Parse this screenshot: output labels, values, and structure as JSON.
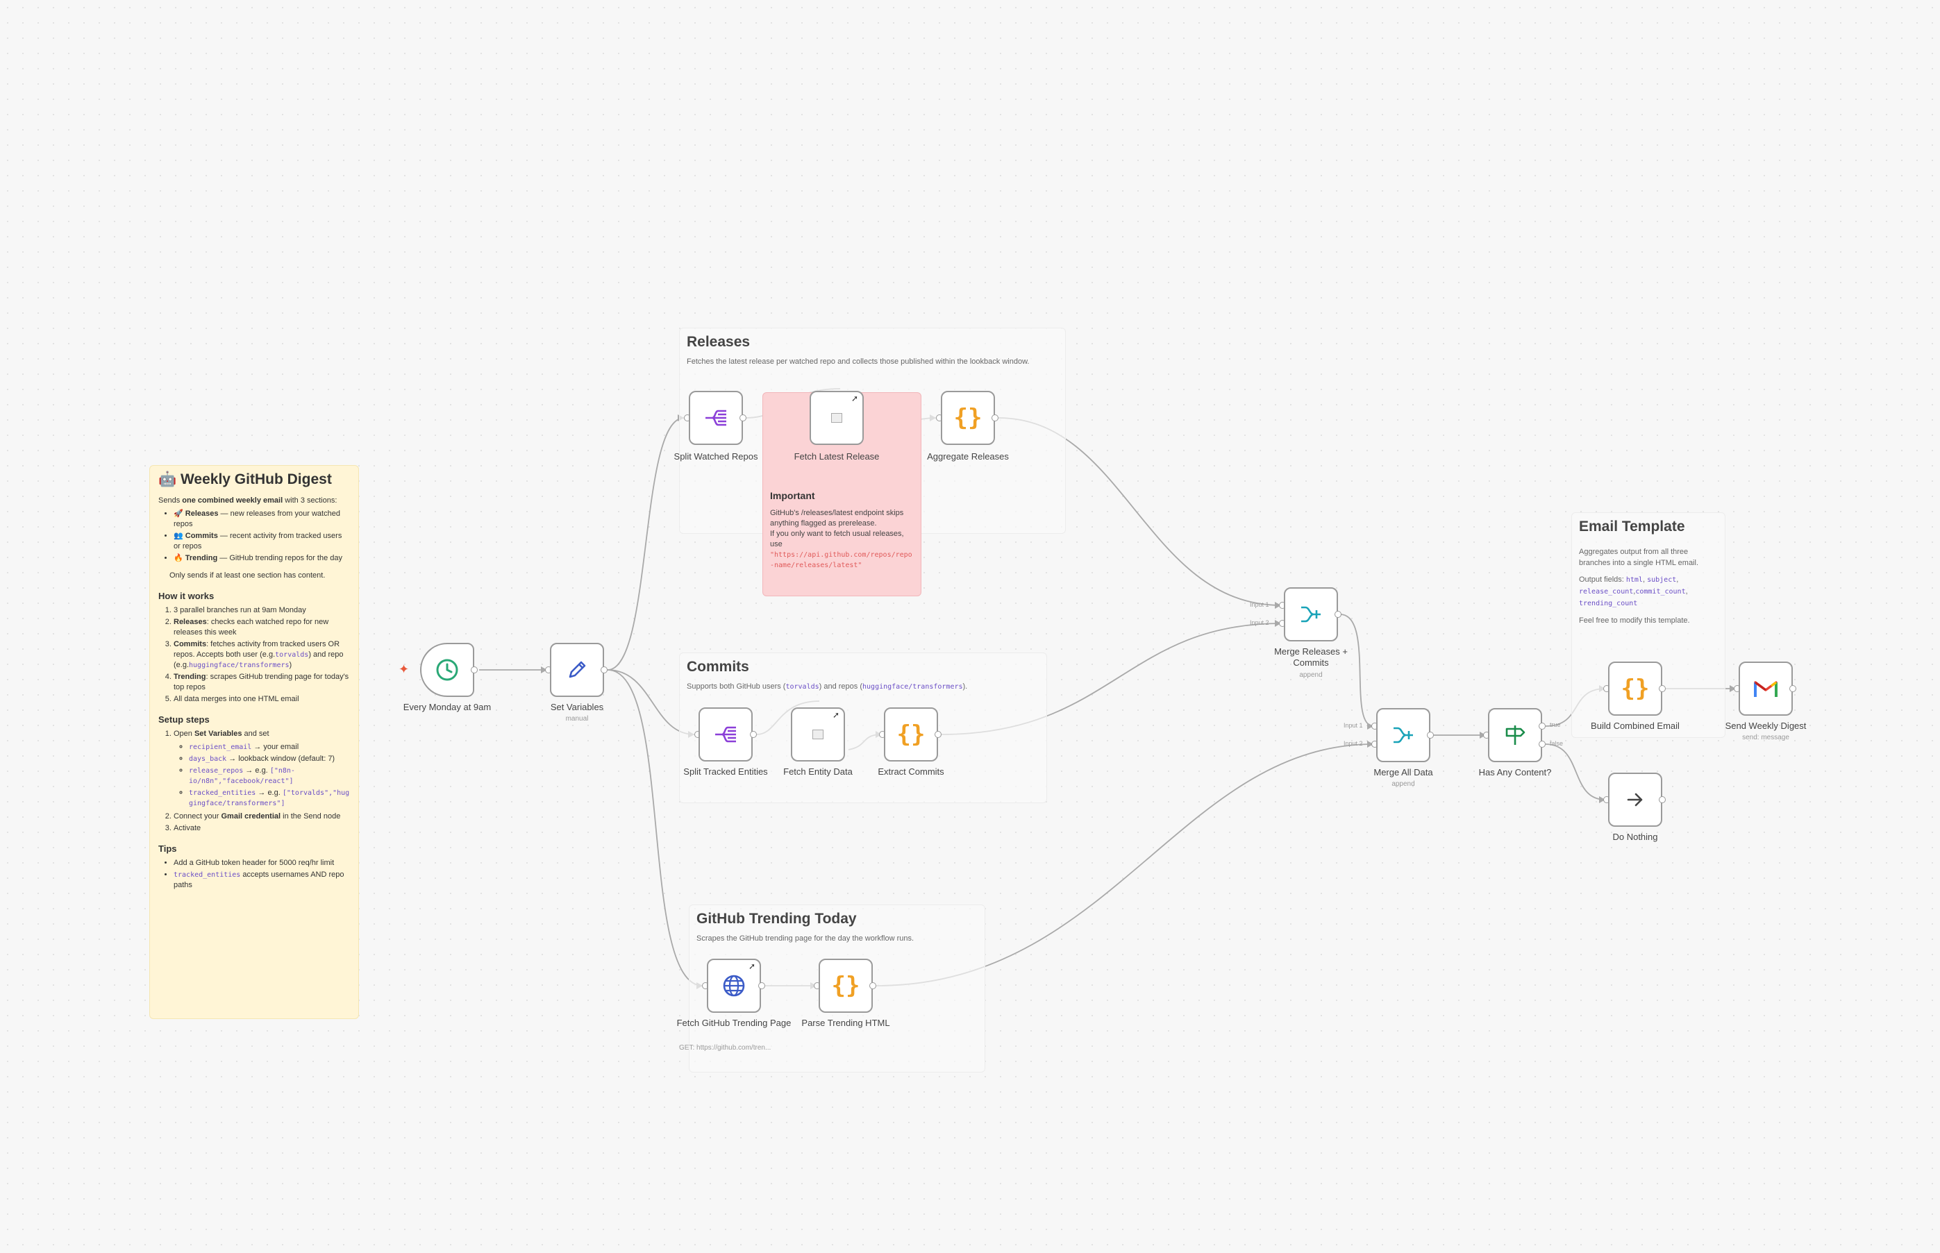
{
  "canvas": {
    "notes": {
      "digest": {
        "title": "🤖 Weekly GitHub Digest",
        "intro_pre": "Sends ",
        "intro_bold": "one combined weekly email",
        "intro_post": " with 3 sections:",
        "sections": [
          {
            "emoji": "🚀",
            "name": "Releases",
            "text": " — new releases from your watched repos"
          },
          {
            "emoji": "👥",
            "name": "Commits",
            "text": " — recent activity from tracked users or repos"
          },
          {
            "emoji": "🔥",
            "name": "Trending",
            "text": " — GitHub trending repos for the day"
          }
        ],
        "only_sends": "Only sends if at least one section has content.",
        "how_title": "How it works",
        "how_1": "3 parallel branches run at 9am Monday",
        "how_2_b": "Releases",
        "how_2": ": checks each watched repo for new releases this week",
        "how_3_b": "Commits",
        "how_3": ": fetches activity from tracked users OR repos. Accepts both user (e.g.",
        "how_3_c1": "torvalds",
        "how_3_m": ") and repo (e.g.",
        "how_3_c2": "huggingface/transformers",
        "how_3_e": ")",
        "how_4_b": "Trending",
        "how_4": ": scrapes GitHub trending page for today's top repos",
        "how_5": "All data merges into one HTML email",
        "setup_title": "Setup steps",
        "setup_1_pre": "Open ",
        "setup_1_b": "Set Variables",
        "setup_1_post": " and set",
        "vars": [
          {
            "code": "recipient_email",
            "text": " → your email"
          },
          {
            "code": "days_back",
            "text": " → lookback window (default: 7)"
          },
          {
            "code": "release_repos",
            "text": " → e.g. ",
            "code2": "[\"n8n-io/n8n\",\"facebook/react\"]"
          },
          {
            "code": "tracked_entities",
            "text": " → e.g. ",
            "code2": "[\"torvalds\",\"huggingface/transformers\"]"
          }
        ],
        "setup_2_pre": "Connect your ",
        "setup_2_b": "Gmail credential",
        "setup_2_post": " in the Send node",
        "setup_3": "Activate",
        "tips_title": "Tips",
        "tip_1": "Add a GitHub token header for 5000 req/hr limit",
        "tip_2_c": "tracked_entities",
        "tip_2": " accepts usernames AND repo paths"
      },
      "releases": {
        "title": "Releases",
        "desc": "Fetches the latest release per watched repo and collects those published within the lookback window."
      },
      "important": {
        "title": "Important",
        "line1": "GitHub's /releases/latest endpoint skips anything flagged as prerelease.",
        "line2": "If you only want to fetch usual releases, use",
        "url": "\"https://api.github.com/repos/repo-name/releases/latest\""
      },
      "commits": {
        "title": "Commits",
        "desc_pre": "Supports both GitHub users (",
        "desc_c1": "torvalds",
        "desc_mid": ") and repos (",
        "desc_c2": "huggingface/transformers",
        "desc_post": ")."
      },
      "trending": {
        "title": "GitHub Trending Today",
        "desc": "Scrapes the GitHub trending page for the day the workflow runs."
      },
      "email": {
        "title": "Email Template",
        "desc": "Aggregates output from all three branches into a single HTML email.",
        "fields_pre": "Output fields: ",
        "f1": "html",
        "f2": "subject",
        "f3": "release_count",
        "f4": "commit_count",
        "f5": "trending_count",
        "feel_free": "Feel free to modify this template."
      }
    },
    "nodes": {
      "schedule": {
        "label": "Every Monday at 9am",
        "icon": "clock-icon"
      },
      "setvars": {
        "label": "Set Variables",
        "sub": "manual",
        "icon": "pencil-icon"
      },
      "split_repos": {
        "label": "Split Watched Repos",
        "icon": "split-icon"
      },
      "fetch_release": {
        "label": "Fetch Latest Release",
        "icon": "broken-image-icon"
      },
      "agg_releases": {
        "label": "Aggregate Releases",
        "icon": "code-braces-icon"
      },
      "split_entities": {
        "label": "Split Tracked Entities",
        "icon": "split-icon"
      },
      "fetch_entity": {
        "label": "Fetch Entity Data",
        "icon": "broken-image-icon"
      },
      "extract_commits": {
        "label": "Extract Commits",
        "icon": "code-braces-icon"
      },
      "fetch_trending": {
        "label": "Fetch GitHub Trending Page",
        "sub": "GET: https://github.com/tren...",
        "icon": "globe-icon"
      },
      "parse_trending": {
        "label": "Parse Trending HTML",
        "icon": "code-braces-icon"
      },
      "merge_rc": {
        "label": "Merge Releases + Commits",
        "sub": "append",
        "icon": "merge-icon"
      },
      "merge_all": {
        "label": "Merge All Data",
        "sub": "append",
        "icon": "merge-icon"
      },
      "has_content": {
        "label": "Has Any Content?",
        "icon": "signpost-icon"
      },
      "build_email": {
        "label": "Build Combined Email",
        "icon": "code-braces-icon"
      },
      "send_digest": {
        "label": "Send Weekly Digest",
        "sub": "send: message",
        "icon": "gmail-icon"
      },
      "do_nothing": {
        "label": "Do Nothing",
        "icon": "arrow-right-icon"
      }
    },
    "ports": {
      "input1": "Input 1",
      "input2": "Input 2",
      "true": "true",
      "false": "false"
    },
    "braces": "{}",
    "colors": {
      "trigger": "#e8583a",
      "split": "#8b3fd8",
      "code": "#f0a024",
      "merge": "#1aa3b8",
      "if": "#1a8c4a",
      "http": "#3b5bc7",
      "edge": "#b0b0b0"
    }
  }
}
